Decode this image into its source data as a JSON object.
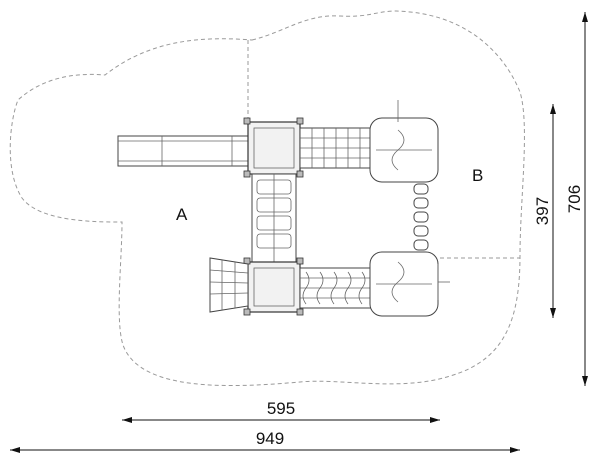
{
  "zones": {
    "label_a": "A",
    "label_b": "B"
  },
  "dimensions": {
    "width_inner": "595",
    "width_outer": "949",
    "height_inner": "397",
    "height_outer": "706"
  }
}
